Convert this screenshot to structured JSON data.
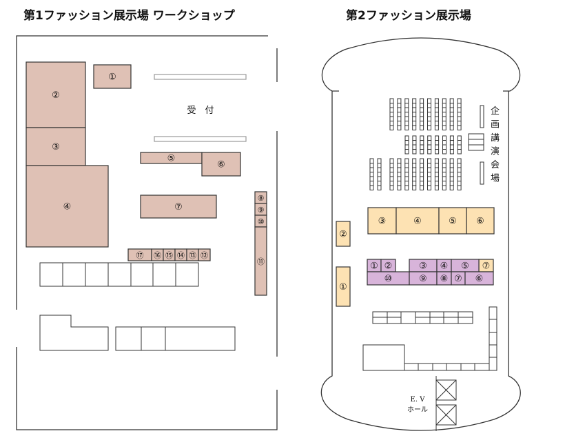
{
  "colors": {
    "hall1_booth": "#dfc1b5",
    "hall2_orange": "#fde2b3",
    "hall2_purple": "#d8b4da"
  },
  "hall1": {
    "title": "第1ファッション展示場 ワークショップ",
    "reception": "受　付",
    "booths": [
      "①",
      "②",
      "③",
      "④",
      "⑤",
      "⑥",
      "⑦",
      "⑧",
      "⑨",
      "⑩",
      "⑪",
      "⑫",
      "⑬",
      "⑭",
      "⑮",
      "⑯",
      "⑰"
    ]
  },
  "hall2": {
    "title": "第2ファッション展示場",
    "lecture_hall": [
      "企",
      "画",
      "講",
      "演",
      "会",
      "場"
    ],
    "orange_booths": [
      "①",
      "②",
      "③",
      "④",
      "⑤",
      "⑥",
      "⑦"
    ],
    "purple_booths": [
      "①",
      "②",
      "③",
      "④",
      "⑤",
      "⑥",
      "⑦",
      "⑧",
      "⑨",
      "⑩"
    ],
    "ev": "E. V",
    "hall": "ホール"
  }
}
